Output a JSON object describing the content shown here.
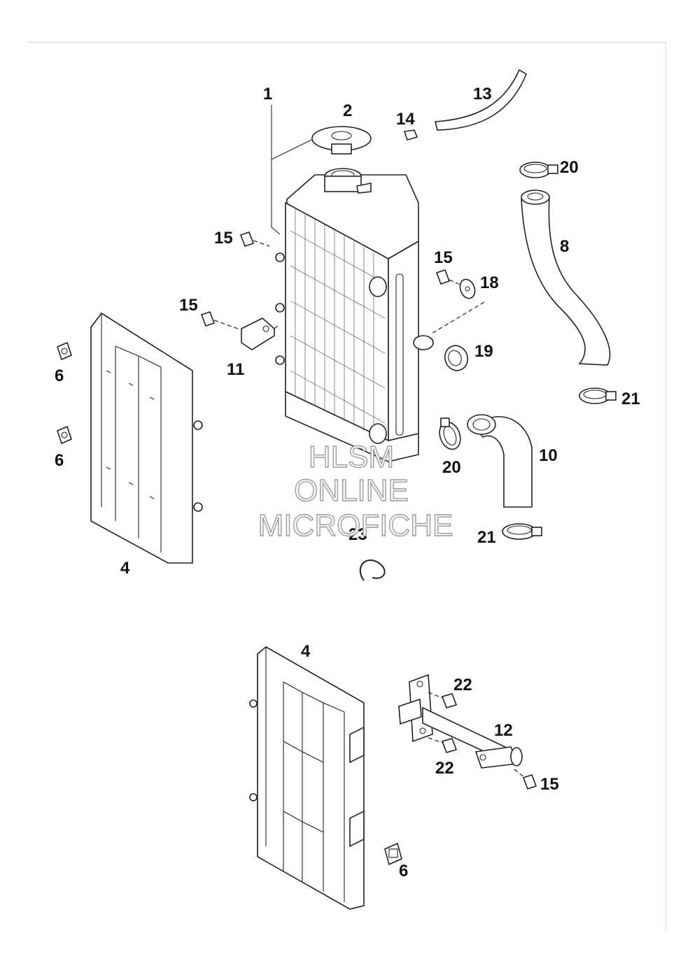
{
  "diagram": {
    "callouts": [
      {
        "id": "c1",
        "label": "1"
      },
      {
        "id": "c2",
        "label": "2"
      },
      {
        "id": "c13",
        "label": "13"
      },
      {
        "id": "c14",
        "label": "14"
      },
      {
        "id": "c20a",
        "label": "20"
      },
      {
        "id": "c8",
        "label": "8"
      },
      {
        "id": "c15a",
        "label": "15"
      },
      {
        "id": "c15b",
        "label": "15"
      },
      {
        "id": "c18",
        "label": "18"
      },
      {
        "id": "c15c",
        "label": "15"
      },
      {
        "id": "c19",
        "label": "19"
      },
      {
        "id": "c11",
        "label": "11"
      },
      {
        "id": "c6a",
        "label": "6"
      },
      {
        "id": "c6b",
        "label": "6"
      },
      {
        "id": "c21a",
        "label": "21"
      },
      {
        "id": "c20b",
        "label": "20"
      },
      {
        "id": "c10",
        "label": "10"
      },
      {
        "id": "c21b",
        "label": "21"
      },
      {
        "id": "c23",
        "label": "23"
      },
      {
        "id": "c4a",
        "label": "4"
      },
      {
        "id": "c4b",
        "label": "4"
      },
      {
        "id": "c22a",
        "label": "22"
      },
      {
        "id": "c12",
        "label": "12"
      },
      {
        "id": "c22b",
        "label": "22"
      },
      {
        "id": "c15d",
        "label": "15"
      },
      {
        "id": "c6c",
        "label": "6"
      }
    ]
  },
  "watermark": {
    "line1": "HLSM",
    "line2": "ONLINE",
    "line3": "MICROFICHE"
  }
}
